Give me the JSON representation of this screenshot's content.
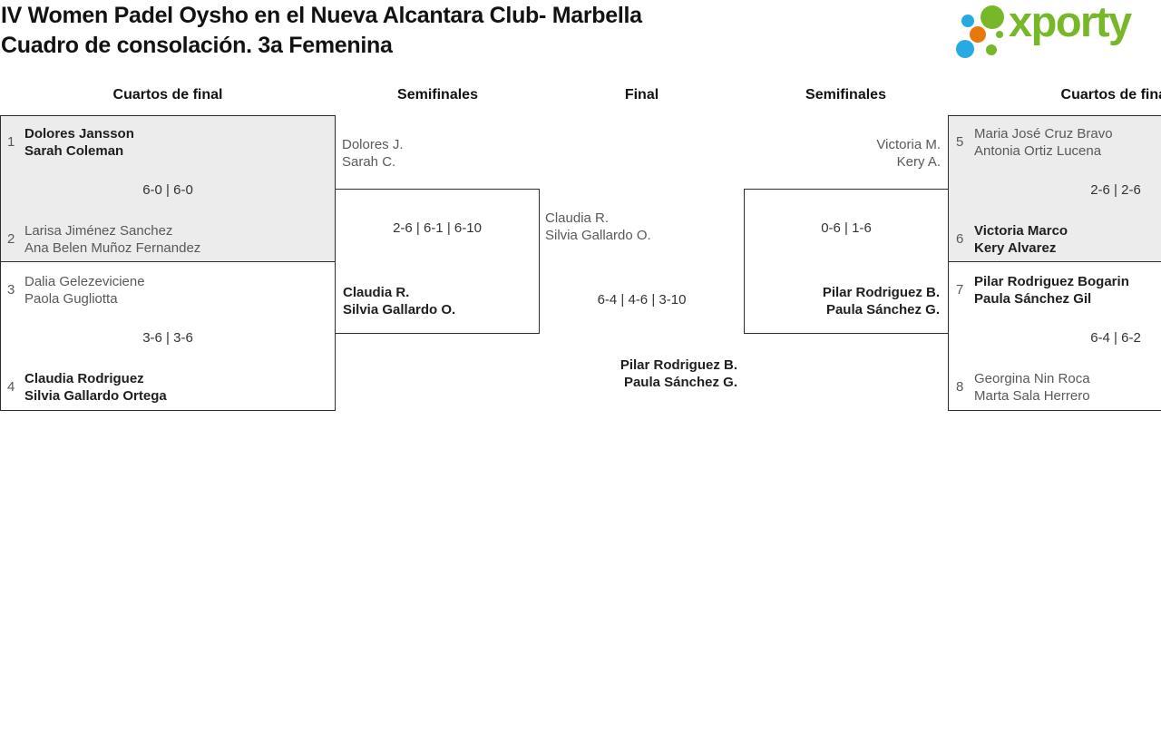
{
  "header": {
    "title_line1": "IV Women Padel Oysho en el Nueva Alcantara Club- Marbella",
    "title_line2": "Cuadro de consolación. 3a Femenina",
    "logo_text": "xporty",
    "logo_colors": {
      "green": "#76b82a",
      "blue": "#29a9e1",
      "orange": "#e8780d"
    }
  },
  "columns": [
    "Cuartos de final",
    "Semifinales",
    "Final",
    "Semifinales",
    "Cuartos de final"
  ],
  "matches": {
    "qf1": {
      "seed_top": "1",
      "team_top": [
        "Dolores Jansson",
        "Sarah Coleman"
      ],
      "score": "6-0 | 6-0",
      "seed_bottom": "2",
      "team_bottom": [
        "Larisa Jiménez Sanchez",
        "Ana Belen Muñoz Fernandez"
      ],
      "winner": "top"
    },
    "qf2": {
      "seed_top": "3",
      "team_top": [
        "Dalia Gelezeviciene",
        "Paola Gugliotta"
      ],
      "score": "3-6 | 3-6",
      "seed_bottom": "4",
      "team_bottom": [
        "Claudia Rodriguez",
        "Silvia Gallardo Ortega"
      ],
      "winner": "bottom"
    },
    "sf_left": {
      "team_top": [
        "Dolores J.",
        "Sarah C."
      ],
      "score": "2-6 | 6-1 | 6-10",
      "team_bottom": [
        "Claudia R.",
        "Silvia Gallardo O."
      ],
      "winner": "bottom"
    },
    "final": {
      "team_top": [
        "Claudia R.",
        "Silvia Gallardo O."
      ],
      "score": "6-4 | 4-6 | 3-10",
      "team_bottom": [
        "Pilar Rodriguez B.",
        "Paula Sánchez G."
      ],
      "winner": "bottom"
    },
    "sf_right": {
      "team_top": [
        "Victoria M.",
        "Kery A."
      ],
      "score": "0-6 | 1-6",
      "team_bottom": [
        "Pilar Rodriguez B.",
        "Paula Sánchez G."
      ],
      "winner": "bottom"
    },
    "qf3": {
      "seed_top": "5",
      "team_top": [
        "Maria José Cruz Bravo",
        "Antonia Ortiz Lucena"
      ],
      "score": "2-6 | 2-6",
      "seed_bottom": "6",
      "team_bottom": [
        "Victoria Marco",
        "Kery Alvarez"
      ],
      "winner": "bottom"
    },
    "qf4": {
      "seed_top": "7",
      "team_top": [
        "Pilar Rodriguez Bogarin",
        "Paula Sánchez Gil"
      ],
      "score": "6-4 | 6-2",
      "seed_bottom": "8",
      "team_bottom": [
        "Georgina Nin Roca",
        "Marta Sala Herrero"
      ],
      "winner": "top"
    }
  }
}
